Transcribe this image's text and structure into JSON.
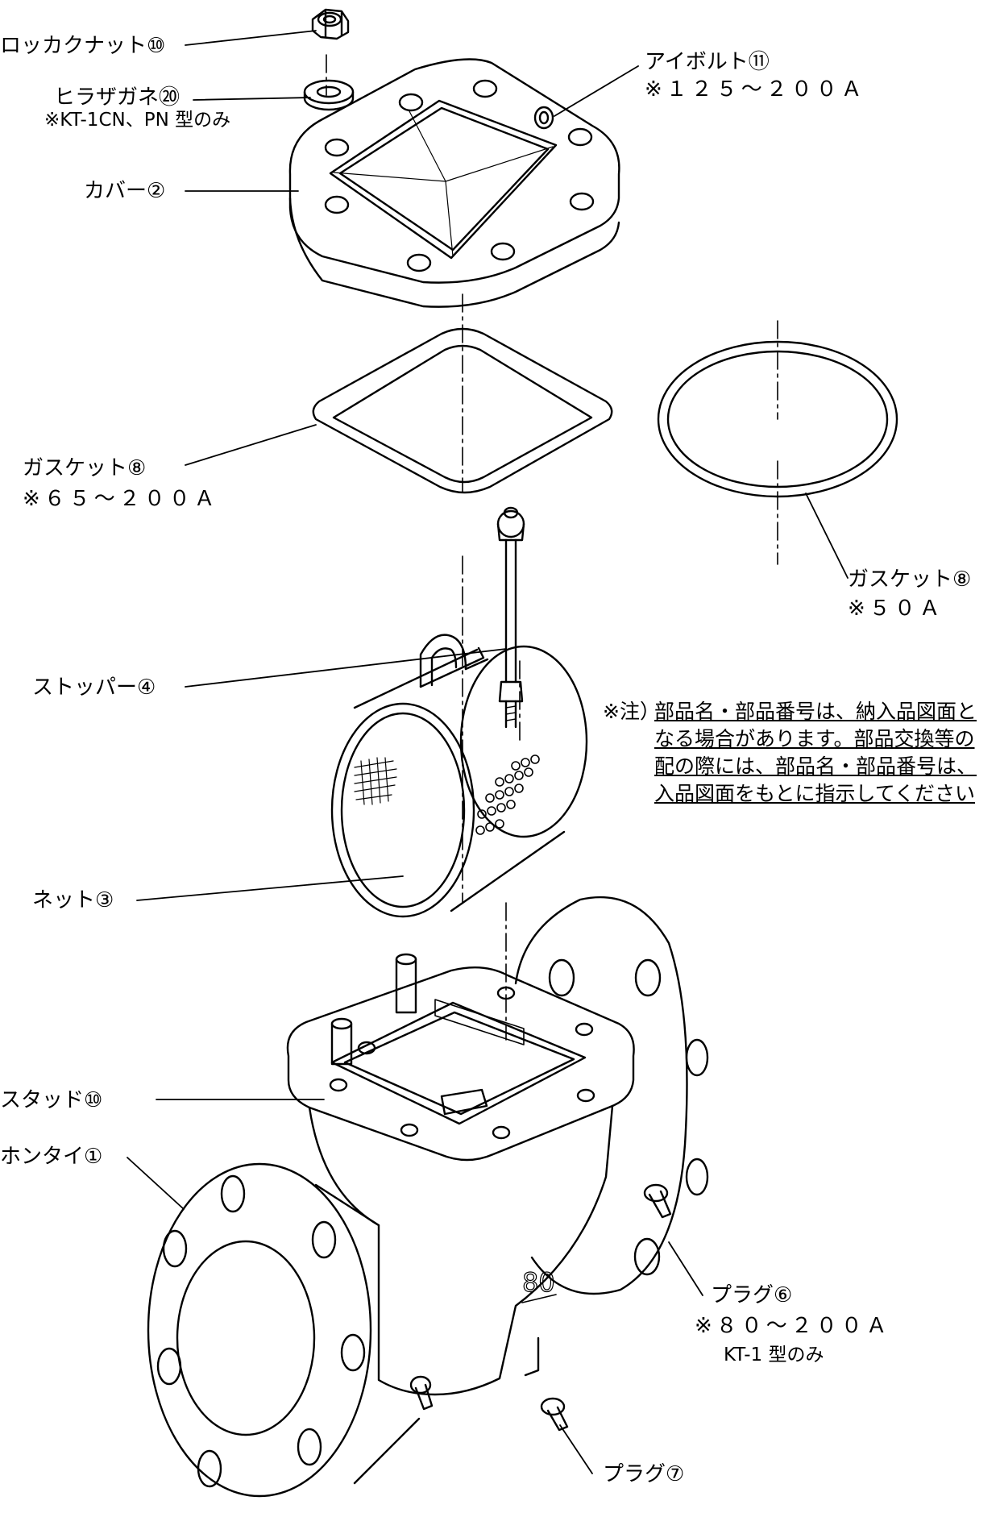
{
  "parts": {
    "hex_nut": "ロッカクナット⑩",
    "flat_washer": "ヒラザガネ⑳",
    "flat_washer_note": "※KT-1CN、PN 型のみ",
    "eye_bolt": "アイボルト⑪",
    "eye_bolt_note": "※１２５～２００Ａ",
    "cover": "カバー②",
    "gasket_square": "ガスケット⑧",
    "gasket_square_note": "※６５～２００Ａ",
    "gasket_round": "ガスケット⑧",
    "gasket_round_note": "※５０Ａ",
    "stopper": "ストッパー④",
    "net": "ネット③",
    "stud": "スタッド⑩",
    "body": "ホンタイ①",
    "plug6": "プラグ⑥",
    "plug6_note": "※８０～２００Ａ",
    "plug6_note2": "KT-1 型のみ",
    "plug7": "プラグ⑦"
  },
  "note": {
    "head": "※注）",
    "line1": "部品名・部品番号は、納入品図面と",
    "line2": "なる場合があります。部品交換等の",
    "line3": "配の際には、部品名・部品番号は、",
    "line4": "入品図面をもとに指示してください"
  },
  "body_marking": "80"
}
